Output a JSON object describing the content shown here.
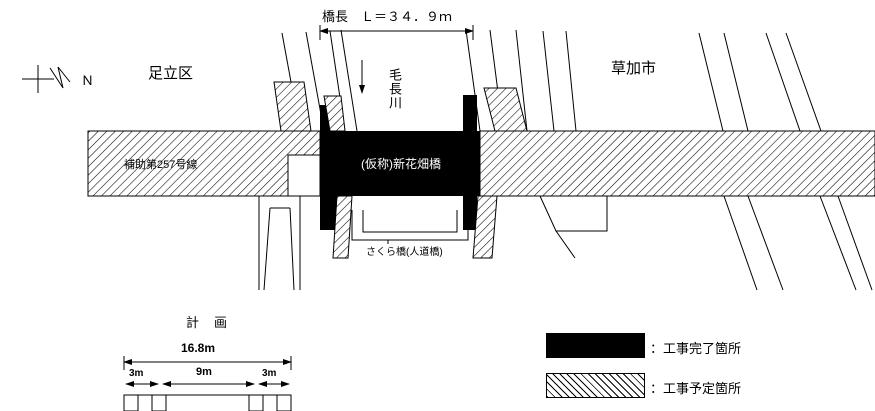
{
  "title_labels": {
    "bridge_length": "橋長　Ｌ＝３４．９ｍ",
    "ward_left": "足立区",
    "city_right": "草加市",
    "north_mark": "Ｎ",
    "river_name": "毛長川",
    "road_name": "補助第257号線",
    "bridge_name": "(仮称)新花畑橋",
    "footbridge_name": "さくら橋(人道橋)"
  },
  "plan_section": {
    "heading": "計　画",
    "total_width": "16.8m",
    "seg_left": "3m",
    "seg_center": "9m",
    "seg_right": "3m"
  },
  "legend": {
    "items": [
      {
        "swatch": "black",
        "label": "：工事完了箇所"
      },
      {
        "swatch": "hatch",
        "label": "：工事予定箇所"
      }
    ]
  },
  "colors": {
    "line": "#000000",
    "completed_fill": "#000000",
    "planned_fill": "#ffffff",
    "background": "#ffffff"
  }
}
